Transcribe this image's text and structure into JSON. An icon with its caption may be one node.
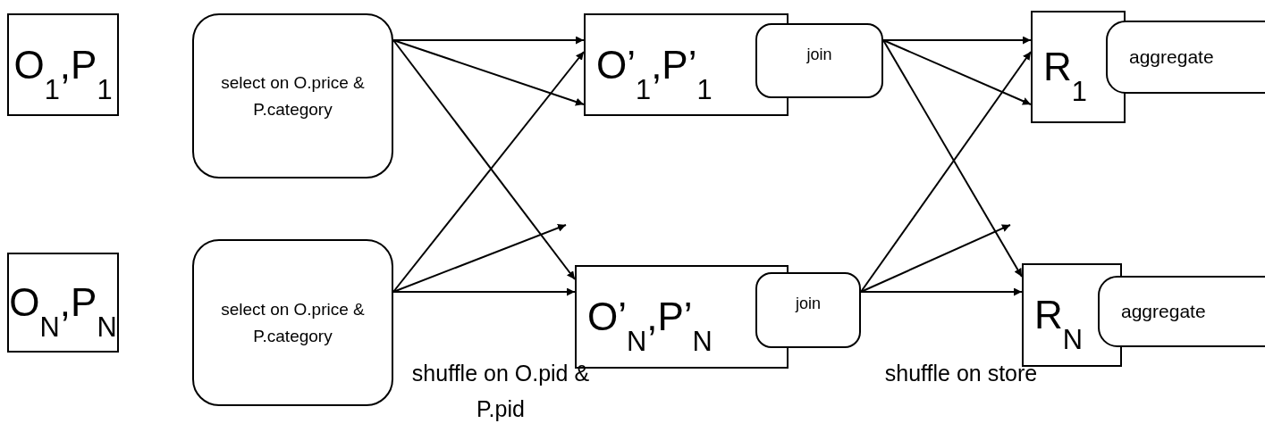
{
  "diagram": {
    "nodes": [
      {
        "text": [
          "O$_{1}$,P$_{1}$"
        ]
      },
      {
        "text": [
          "select on O.price & P.category"
        ]
      },
      {
        "text": [
          "O$_{N}$,P$_{N}$"
        ]
      },
      {
        "text": [
          "select on O.price & P.category"
        ]
      },
      {
        "text": [
          "O’$_{1}$,P’$_{1}$"
        ]
      },
      {
        "text": [
          "join"
        ]
      },
      {
        "text": [
          "O’$_{N}$,P’$_{N}$"
        ]
      },
      {
        "text": [
          "join"
        ]
      },
      {
        "text": [
          "R$_{1}$"
        ]
      },
      {
        "text": [
          "aggregate"
        ]
      },
      {
        "text": [
          "R$_{N}$"
        ]
      },
      {
        "text": [
          "aggregate"
        ]
      }
    ],
    "edges": [
      {
        "from": 1,
        "to": 4,
        "arrow": "to"
      },
      {
        "from": 1,
        "to": 4,
        "arrow": "to"
      },
      {
        "from": 1,
        "to": 6,
        "arrow": "to"
      },
      {
        "from": 3,
        "to": 4,
        "arrow": "to"
      },
      {
        "from": 3,
        "to": null,
        "arrow": "to"
      },
      {
        "from": 3,
        "to": 6,
        "arrow": "to"
      },
      {
        "from": 5,
        "to": 8,
        "arrow": "to"
      },
      {
        "from": 5,
        "to": 8,
        "arrow": "to"
      },
      {
        "from": 5,
        "to": 10,
        "arrow": "to"
      },
      {
        "from": 7,
        "to": 8,
        "arrow": "to"
      },
      {
        "from": 7,
        "to": null,
        "arrow": "to"
      },
      {
        "from": 7,
        "to": 10,
        "arrow": "to"
      }
    ],
    "labels": [
      "shuffle on O.pid & P.pid",
      "shuffle on store"
    ]
  }
}
